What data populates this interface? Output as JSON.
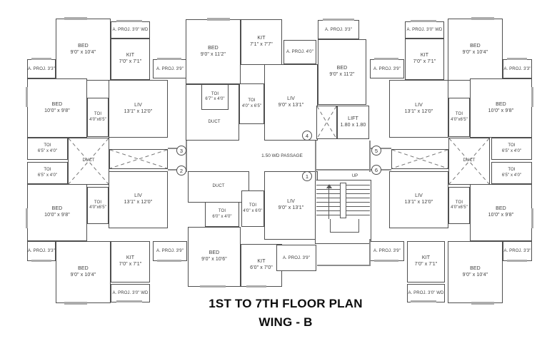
{
  "title": {
    "line1": "1ST TO 7TH  FLOOR PLAN",
    "line2": "WING - B"
  },
  "passage": {
    "label": "1.50 WD PASSAGE"
  },
  "stairs": {
    "up_label": "UP"
  },
  "markers": {
    "m1": "1",
    "m2": "2",
    "m3": "3",
    "m4": "4",
    "m5": "5",
    "m6": "6"
  },
  "projections": {
    "p33": "A. PROJ. 3'3\"",
    "p39": "A. PROJ. 3'9\"",
    "p40": "A. PROJ. 4'0\"",
    "p30wd": "A. PROJ. 3'0\" WD"
  },
  "labels": {
    "bed_904": {
      "name": "BED",
      "dims": "9'0\" x 10'4\""
    },
    "bed_10098": {
      "name": "BED",
      "dims": "10'0\" x 9'8\""
    },
    "bed_90112": {
      "name": "BED",
      "dims": "9'0\" x 11'2\""
    },
    "bed_90106": {
      "name": "BED",
      "dims": "9'0\" x 10'6\""
    },
    "kit_7071": {
      "name": "KIT",
      "dims": "7'0\" x 7'1\""
    },
    "kit_7177": {
      "name": "KIT",
      "dims": "7'1\" x 7'7\""
    },
    "kit_6070": {
      "name": "KIT",
      "dims": "6'0\" x 7'0\""
    },
    "liv_131120": {
      "name": "LIV",
      "dims": "13'1\" x 12'0\""
    },
    "liv_90131": {
      "name": "LIV",
      "dims": "9'0\" x 13'1\""
    },
    "toi_4065": {
      "name": "TOI",
      "dims": "4'0\"x6'5\""
    },
    "toi_4065sp": {
      "name": "TOI",
      "dims": "4'0\" x 6'5\""
    },
    "toi_6540": {
      "name": "TOI",
      "dims": "6'5\" x 4'0\""
    },
    "toi_6740": {
      "name": "TOI",
      "dims": "6'7\" x 4'0\""
    },
    "toi_6040": {
      "name": "TOI",
      "dims": "6'0\" x 4'0\""
    },
    "toi_4060": {
      "name": "TOI",
      "dims": "4'0\" x 6'0\""
    },
    "duct": {
      "name": "DUCT"
    },
    "lift": {
      "name": "LIFT",
      "dims": "1.80 x 1.80"
    }
  },
  "colors": {
    "wall": "#4f4f4f",
    "text": "#3c3c3c",
    "sill": "#ababab",
    "background": "#ffffff"
  }
}
